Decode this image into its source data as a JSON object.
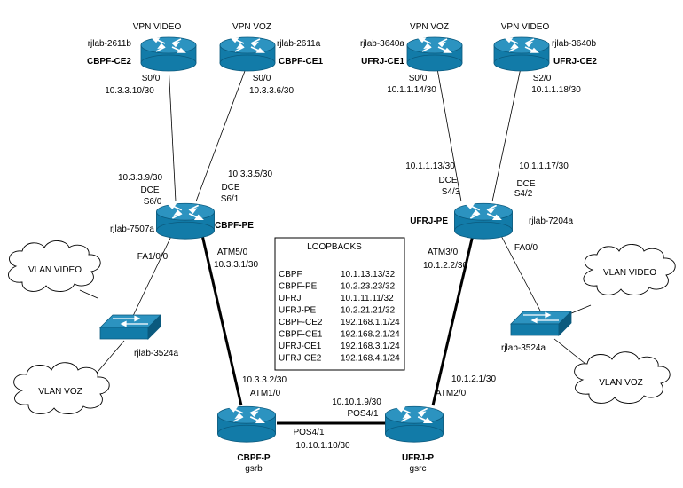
{
  "colors": {
    "device_face": "#127ba8",
    "device_top": "#2c93c0",
    "device_edge": "#0b5a7e",
    "line": "#000000"
  },
  "icons": {
    "router": "router-icon",
    "switch": "switch-icon",
    "cloud": "cloud-icon"
  },
  "routers": {
    "cbpf_ce2": {
      "service": "VPN VIDEO",
      "host": "rjlab-2611b",
      "name": "CBPF-CE2"
    },
    "cbpf_ce1": {
      "service": "VPN VOZ",
      "host": "rjlab-2611a",
      "name": "CBPF-CE1"
    },
    "ufrj_ce1": {
      "service": "VPN VOZ",
      "host": "rjlab-3640a",
      "name": "UFRJ-CE1"
    },
    "ufrj_ce2": {
      "service": "VPN VIDEO",
      "host": "rjlab-3640b",
      "name": "UFRJ-CE2"
    },
    "cbpf_pe": {
      "host": "rjlab-7507a",
      "name": "CBPF-PE"
    },
    "ufrj_pe": {
      "host": "rjlab-7204a",
      "name": "UFRJ-PE"
    },
    "cbpf_p": {
      "name": "CBPF-P",
      "host": "gsrb"
    },
    "ufrj_p": {
      "name": "UFRJ-P",
      "host": "gsrc"
    }
  },
  "switches": {
    "left": {
      "host": "rjlab-3524a"
    },
    "right": {
      "host": "rjlab-3524a"
    }
  },
  "clouds": {
    "left_video": "VLAN VIDEO",
    "left_voz": "VLAN VOZ",
    "right_video": "VLAN VIDEO",
    "right_voz": "VLAN VOZ"
  },
  "interfaces": {
    "ce2_s00": "S0/0",
    "ce2_ip": "10.3.3.10/30",
    "ce1_s00": "S0/0",
    "ce1_ip": "10.3.3.6/30",
    "uce1_s00": "S0/0",
    "uce1_ip": "10.1.1.14/30",
    "uce2_s20": "S2/0",
    "uce2_ip": "10.1.1.18/30",
    "pe_s60_ip": "10.3.3.9/30",
    "pe_s60_dce": "DCE",
    "pe_s60": "S6/0",
    "pe_s61_ip": "10.3.3.5/30",
    "pe_s61_dce": "DCE",
    "pe_s61": "S6/1",
    "pe_fa": "FA1/0/0",
    "pe_atm": "ATM5/0",
    "pe_atm_ip": "10.3.3.1/30",
    "upe_s43_ip": "10.1.1.13/30",
    "upe_s43_dce": "DCE",
    "upe_s43": "S4/3",
    "upe_s42_ip": "10.1.1.17/30",
    "upe_s42_dce": "DCE",
    "upe_s42": "S4/2",
    "upe_atm": "ATM3/0",
    "upe_atm_ip": "10.1.2.2/30",
    "upe_fa": "FA0/0",
    "p_atm_ip": "10.3.3.2/30",
    "p_atm": "ATM1/0",
    "up_atm_ip": "10.1.2.1/30",
    "up_atm": "ATM2/0",
    "up_pos_ip": "10.10.1.9/30",
    "up_pos": "POS4/1",
    "p_pos": "POS4/1",
    "p_pos_ip": "10.10.1.10/30"
  },
  "loopbacks": {
    "title": "LOOPBACKS",
    "rows": [
      {
        "name": "CBPF",
        "ip": "10.1.13.13/32"
      },
      {
        "name": "CBPF-PE",
        "ip": "10.2.23.23/32"
      },
      {
        "name": "UFRJ",
        "ip": "10.1.11.11/32"
      },
      {
        "name": "UFRJ-PE",
        "ip": "10.2.21.21/32"
      },
      {
        "name": "CBPF-CE2",
        "ip": "192.168.1.1/24"
      },
      {
        "name": "CBPF-CE1",
        "ip": "192.168.2.1/24"
      },
      {
        "name": "UFRJ-CE1",
        "ip": "192.168.3.1/24"
      },
      {
        "name": "UFRJ-CE2",
        "ip": "192.168.4.1/24"
      }
    ]
  }
}
